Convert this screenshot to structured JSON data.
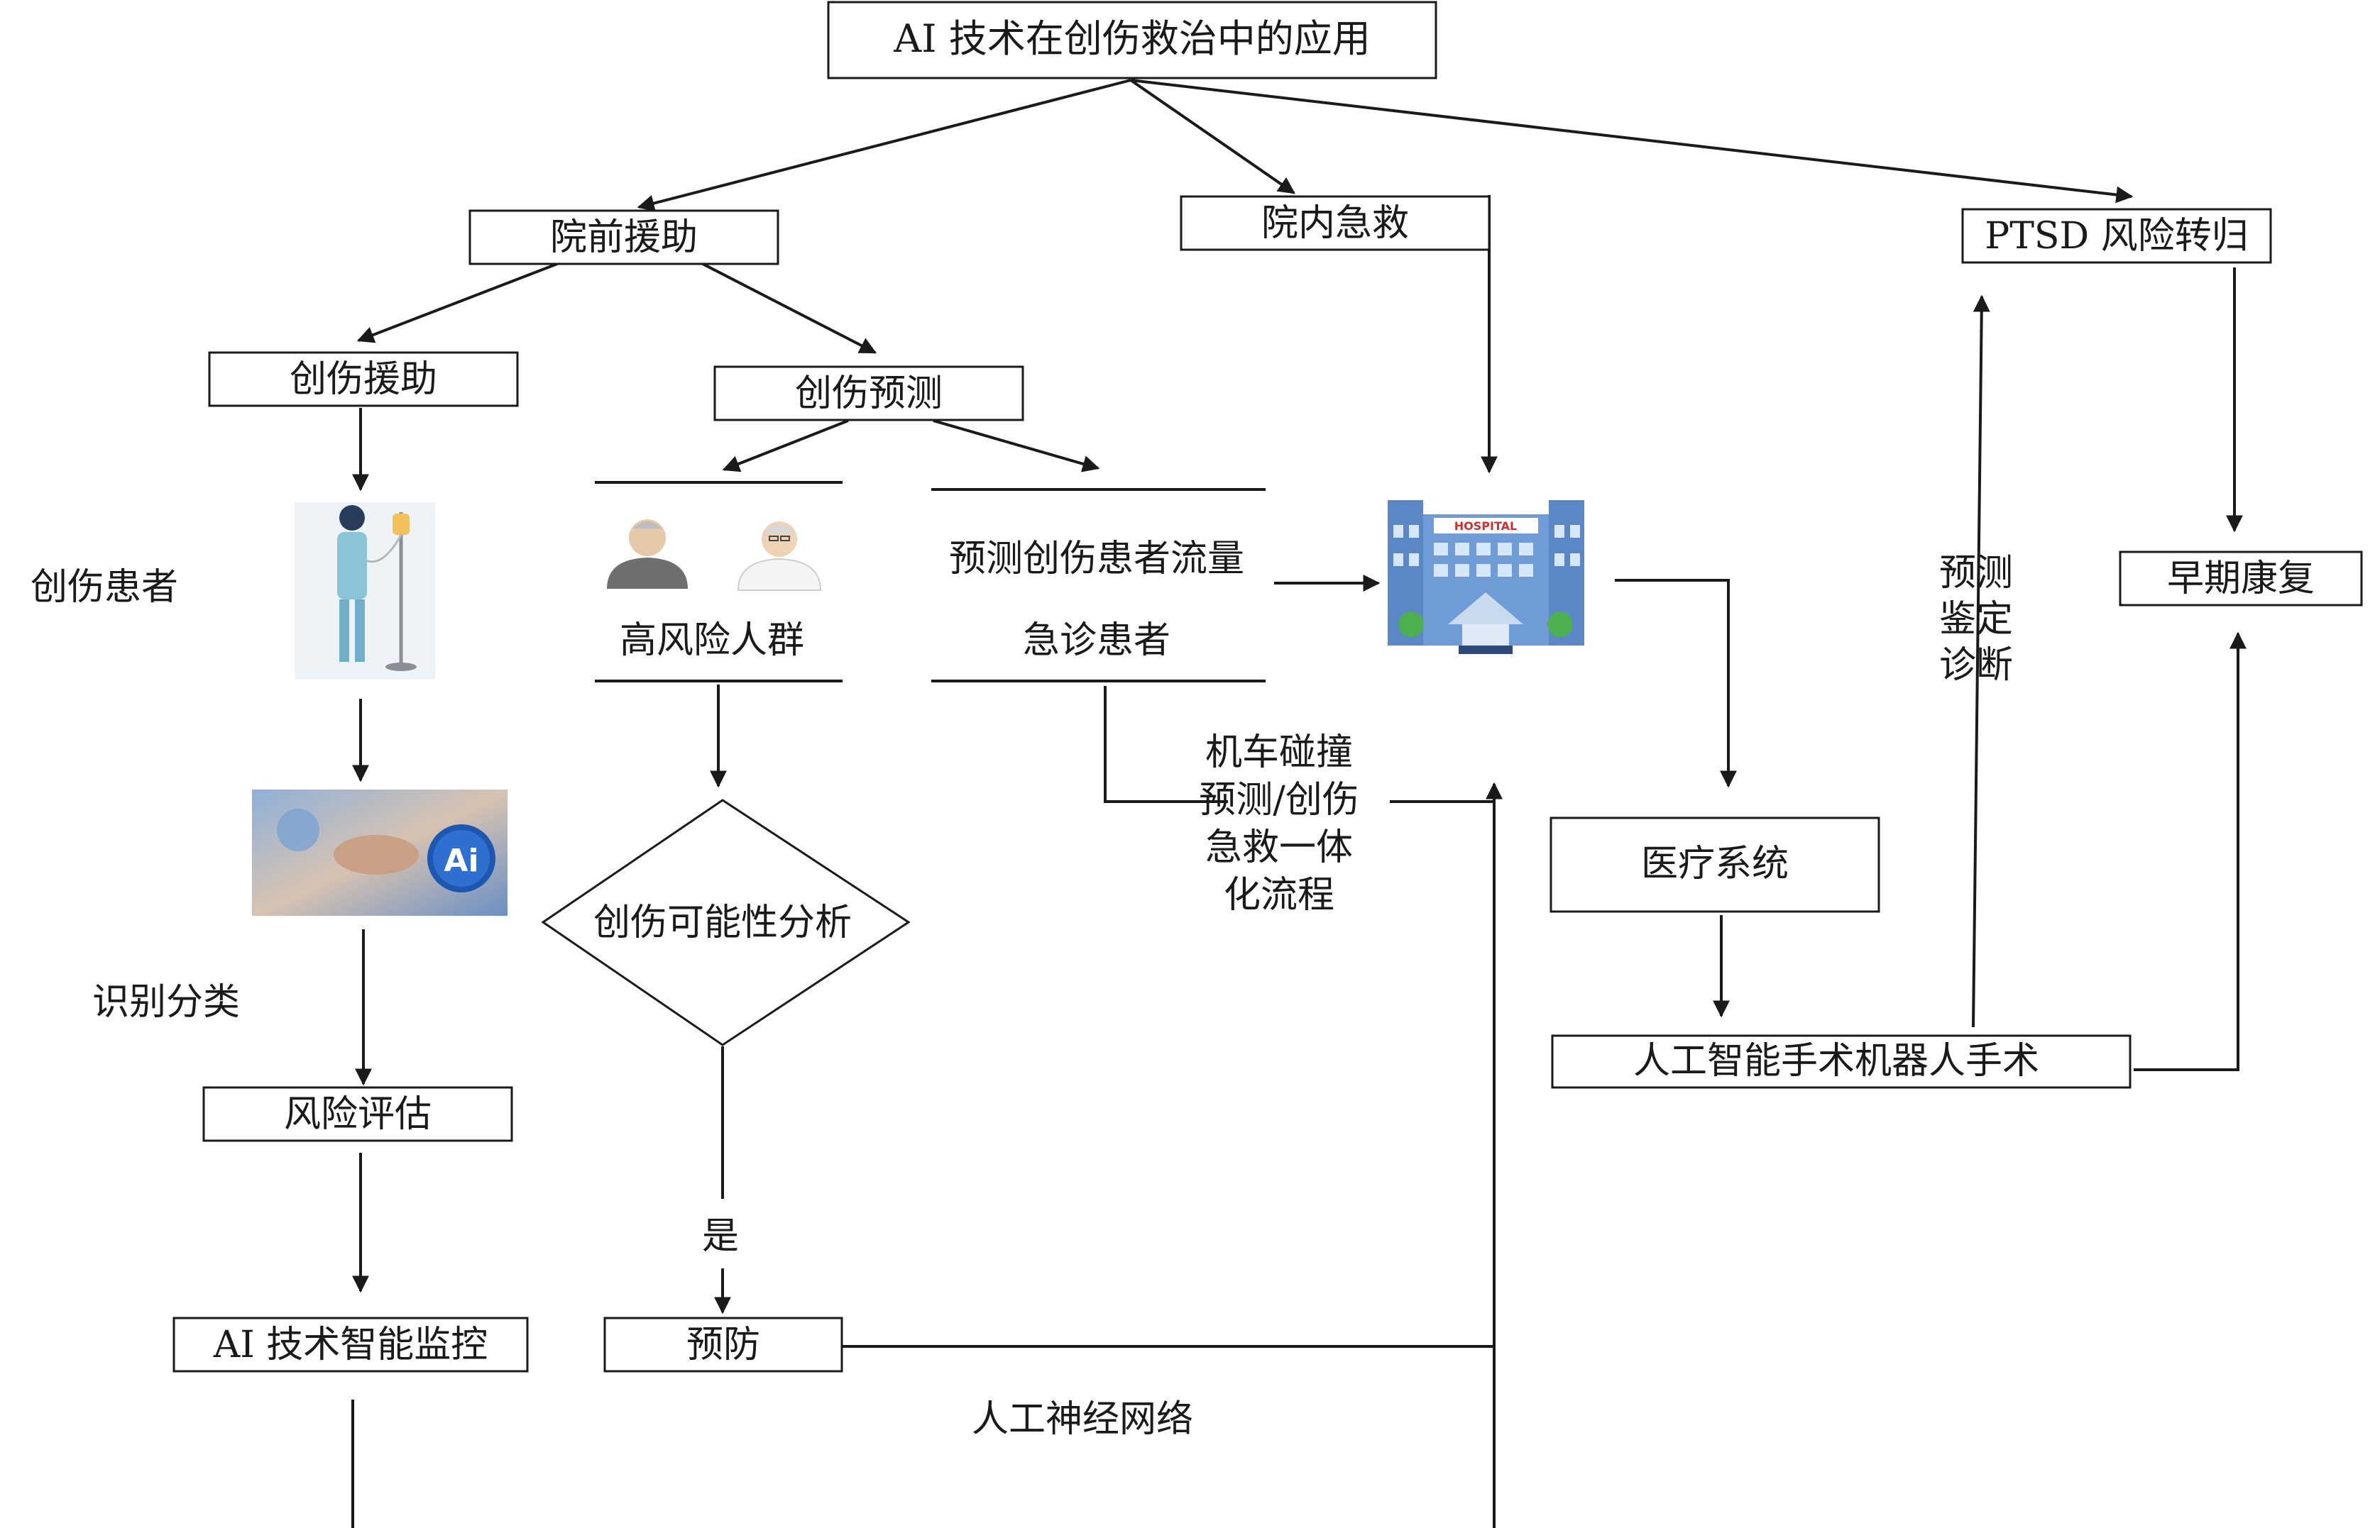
{
  "title": "AI 技术在创伤救治中的应用",
  "nodes": {
    "prehospital": "院前援助",
    "inhospital": "院内急救",
    "ptsd": "PTSD 风险转归",
    "trauma_aid": "创伤援助",
    "trauma_predict": "创伤预测",
    "trauma_patient": "创伤患者",
    "high_risk": "高风险人群",
    "predict_flow": "预测创伤患者流量",
    "emergency": "急诊患者",
    "decision": "创伤可能性分析",
    "yes": "是",
    "prevent": "预防",
    "identify": "识别分类",
    "risk_assess": "风险评估",
    "ai_monitor": "AI 技术智能监控",
    "ann": "人工神经网络",
    "motor_lines": [
      "机车碰撞",
      "预测/创伤",
      "急救一体",
      "化流程"
    ],
    "medical_system": "医疗系统",
    "robot_surgery": "人工智能手术机器人手术",
    "diag_lines": [
      "预测",
      "鉴定",
      "诊断"
    ],
    "rehab": "早期康复"
  },
  "illustrations": {
    "patient": "patient-with-iv-drip",
    "ai": "ai-technology-hand",
    "elderly": "elderly-people",
    "hospital_sign": "HOSPITAL"
  }
}
